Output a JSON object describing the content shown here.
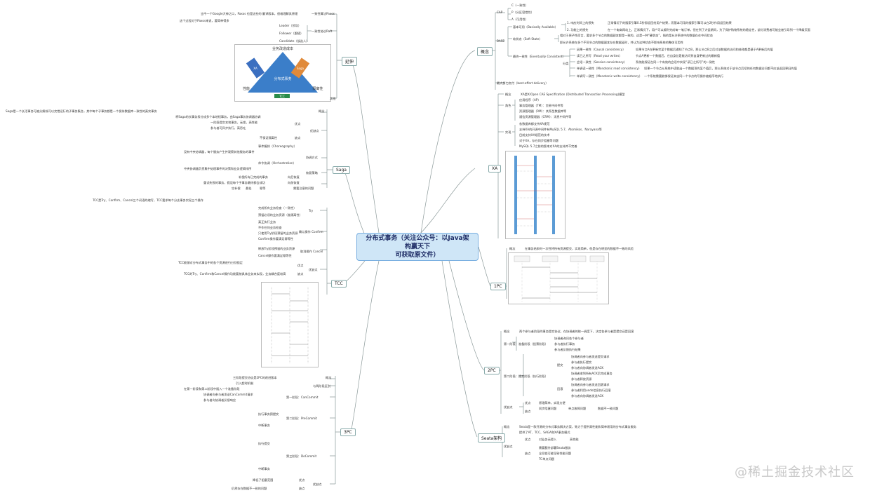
{
  "center": {
    "line1": "分布式事务（关注公众号：以Java架构赢天下",
    "line2": "可获取原文件）"
  },
  "topics": {
    "concept": "概念",
    "cap": "CAP",
    "base": "BASE",
    "xa": "XA",
    "pc1": "1PC",
    "pc2": "2PC",
    "seata": "Seata架构",
    "extend": "延伸",
    "saga": "Saga",
    "tcc": "TCC",
    "pc3": "3PC"
  },
  "cap": {
    "c": "C（一致性）",
    "p": "P（分区容错性）",
    "a": "A（可用性）"
  },
  "base": {
    "ba": "基本可用（Basically Available）",
    "ba1": "1. 响应时间上的损失",
    "ba1d": "正常情况下的搜索引擎0.5秒即返回给用户结果，而基本可用的搜索引擎可以在2秒作用返回结果",
    "ba2": "2. 功能上的损失",
    "ba2d": "在一个电商网站上，正常情况下，用户可以顺利完成每一笔订单。但在到了大促期间，为了保护购物系统的稳定性，部分消费者可能会被引导到一个降级页面",
    "ss": "软状态（Soft State）",
    "ss1": "相对于原子性而言，要求多个节点的数据副本都是一致的，这是一种“硬状态”，指的是允许系统中的数据存在中间状态",
    "ss2": "即允许系统在多个不同节点的数据副本存在数据延时，并认为这种状态不影响系统的整体可用性",
    "ec": "最终一致性（Eventually Consistent）",
    "ecsub": "分类",
    "ec1": "因果一致性（Causal consistency）",
    "ec1d": "如果节点A在更新完某个数据后通知了节点B，那么节点B之后对该数据的访问和修改都是基于A更新后的值",
    "ec2": "读已之所写（Read your writes）",
    "ec2d": "节点A更新一个数据后，它自身总是能访问到自身更新过的最新值",
    "ec3": "会话一致性（Session consistency）",
    "ec3d": "系统能保证在同一个有效的会话中实现“读已之所写”的一致性",
    "ec4": "单调读一致性（Monotonic read consistency）",
    "ec4d": "如果一个节点从系统中读取出一个数据项的某个值后，那么系统对于该节点后续的任何数据访问都不应该返回更旧的值",
    "ec5": "单调写一致性（Monotonic write consistency）",
    "ec5d": "一个系统需要能够保证来自同一个节点的写操作被顺序地执行",
    "be": "最大努力交付（best-effort delivery）"
  },
  "xa": {
    "concept": "概念",
    "conceptd": "XA是X/Open CAE Specification (Distributed Transaction Processing)模型",
    "roles": "角色",
    "r1": "应用程序（AP）",
    "r2": "事务管理器（TM）：交易中间件等",
    "r3": "资源管理器（RM）：关系型数据库等",
    "r4": "通信资源管理器（CRM）：消息中间件等",
    "impl": "实现",
    "i1": "各数据库都支持XA规范",
    "i2": "支持XA的开源中间件有MySQL 5.7、Atomikos、Narayana等",
    "i3": "目前支持XA规范的技术",
    "i4": "对于XA，存在同步阻塞等问题",
    "i5": "MySQL 5.7之前的版本对XA的支持并不完善"
  },
  "pc1": {
    "concept": "概念",
    "conceptd": "在事务结束时一次性将所有资源提交，实现简单，但是存在明显的数据不一致的风险",
    "img": "sequence"
  },
  "pc2": {
    "concept": "概念",
    "conceptd": "两个参与者阶段的事务提交协议，在协调者的统一调度下，决定各参与者是提交还是回滚",
    "phase1": "第一阶段：准备阶段（投票阶段）",
    "p1a": "协调者询问各个参与者",
    "p1b": "参与者执行事务",
    "p1c": "参与者反馈执行结果",
    "phase2": "第二阶段：提交阶段（执行阶段）",
    "p2a": "提交",
    "p2b": "协调者向参与者发送提交请求",
    "p2c": "参与者执行提交",
    "p2d": "参与者向协调者发送ACK",
    "p2e": "协调者收到所有ACK后完成事务",
    "p2f": "参与者释放资源",
    "p2g": "回滚",
    "p2h": "协调者向参与者发送回滚请求",
    "p2i": "参与者利用undo信息执行回滚",
    "p2j": "参与者向协调者发送ACK",
    "pros": "优缺点",
    "pro": "优点",
    "prod": "原理简单，实现方便",
    "con": "缺点",
    "con1": "同步阻塞问题",
    "con2": "单点故障问题",
    "con3": "数据不一致问题"
  },
  "seata": {
    "concept": "概念",
    "conceptd": "Seata是一款开源的分布式事务解决方案，致力于提供高性能和简单易用的分布式事务服务",
    "conceptd2": "提供了AT、TCC、SAGA和XA事务模式",
    "pros": "优缺点",
    "pro": "优点",
    "pro1": "对业务无侵入",
    "pro2": "高性能",
    "con": "缺点",
    "con1": "需要额外部署Seata服务",
    "con2": "全局锁可能导致性能问题",
    "con3": "TC单点问题"
  },
  "extend": {
    "e1": "当今一个Google大神之口，Paxos 也是这些的 翻译版本，很难理解其原理",
    "e1t": "一致性算法Paxos",
    "e2": "这个过程对于Paxos来说，要简单得多",
    "e2t": "一致性协议Raft",
    "leader": "Leader（领导）",
    "follower": "Follower（跟随）",
    "candidate": "Candidate（候选人）",
    "img_top": "业务改造成本",
    "img_left": "性能",
    "img_right": "隔离性",
    "img_mid": "分布式事务",
    "img_tcc": "TCC",
    "img_lbl": "XA",
    "img_rbl": "Saga",
    "other": "其他"
  },
  "saga": {
    "concept": "概念",
    "conceptd": "Saga是一个长活事务可被分解成可以交错运行的子事务集合，其中每个子事务都是一个保持数据库一致性的真实事务",
    "conceptd2": "将Saga的长事务拆分成多个本地短事务，由Saga事务协调器协调",
    "pros": "优缺点",
    "pro": "优点",
    "pro1": "一阶段提交本地事务，无锁，高性能",
    "pro2": "参与者可异步执行，高吞吐",
    "con": "缺点",
    "con1": "不保证隔离性",
    "mode": "协调方式",
    "m1": "事件编排（Choreography）",
    "m1d": "没有中央协调器，每个服务产生并观察其他服务的事件",
    "m2": "命令协调（Orchestration）",
    "m2d": "中央协调器负责集中处理事件的决策和业务逻辑排序",
    "recover": "恢复策略",
    "rc1": "向后恢复",
    "rc1d": "补偿所有已完成的事务",
    "rc2": "向前恢复",
    "rc2d": "重试失败的事务，假设每个子事务最终都会成功",
    "issue": "需要注意的问题",
    "is1": "空补偿",
    "is2": "悬挂",
    "is3": "幂等"
  },
  "tcc": {
    "intro": "TCC是Try、Confirm、Cancel三个词语的缩写，TCC要求每个分支事务实现三个操作",
    "try": "Try",
    "try1": "完成所有业务检查（一致性）",
    "try2": "预留必须的业务资源（准隔离性）",
    "confirm": "确认操作 Confirm",
    "cf1": "真正执行业务",
    "cf2": "不作任何业务检查",
    "cf3": "只使用Try阶段预留的业务资源",
    "cf4": "Confirm操作要满足幂等性",
    "cancel": "取消操作 Cancel",
    "cc1": "释放Try阶段预留的业务资源",
    "cc2": "Cancel操作要满足幂等性",
    "pros": "优缺点",
    "pro": "优点",
    "prod": "TCC能够对分布式事务中的各个资源进行分别锁定",
    "con": "缺点",
    "cond": "TCC的Try、Confirm和Cancel操作功能要按具体业务来实现，业务耦合度较高",
    "img": "tcc-sequence"
  },
  "pc3": {
    "concept": "概念",
    "conceptd": "三阶段提交协议是2PC的改进版本",
    "diff": "与两阶段区别",
    "d1": "引入超时机制",
    "d2": "在第一阶段和第二阶段中插入一个准备阶段",
    "ph1": "第一阶段：CanCommit",
    "ph1a": "协调者向参与者发送CanCommit请求",
    "ph1b": "参与者向协调者反馈响应",
    "ph2": "第二阶段：PreCommit",
    "ph2a": "执行事务预提交",
    "ph2b": "中断事务",
    "ph3": "第三阶段：DoCommit",
    "ph3a": "执行提交",
    "ph3b": "中断事务",
    "pros": "优缺点",
    "pro": "优点",
    "prod": "降低了阻塞范围",
    "con": "缺点",
    "cond": "仍然存在数据不一致的问题"
  },
  "watermark": "@稀土掘金技术社区"
}
